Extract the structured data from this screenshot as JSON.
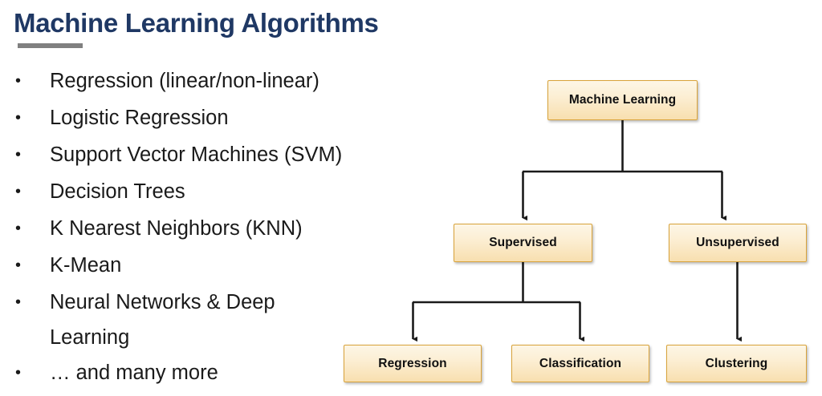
{
  "slide": {
    "title": "Machine Learning Algorithms",
    "background_color": "#FFFFFF",
    "title_color": "#1F3864",
    "rule_color": "#808080"
  },
  "bullets": [
    {
      "marker": "•",
      "text": "Regression (linear/non-linear)"
    },
    {
      "marker": "•",
      "text": "Logistic Regression"
    },
    {
      "marker": "•",
      "text": "Support Vector Machines (SVM)"
    },
    {
      "marker": "•",
      "text": "Decision Trees"
    },
    {
      "marker": "•",
      "text": "K Nearest Neighbors (KNN)"
    },
    {
      "marker": "•",
      "text": "K-Mean"
    },
    {
      "marker": "•",
      "text": "Neural Networks & Deep Learning"
    },
    {
      "marker": "•",
      "text": "… and many more"
    }
  ],
  "diagram": {
    "type": "tree",
    "node_fill_top": "#FDF6E6",
    "node_fill_bottom": "#F8DFAF",
    "node_border_color": "#D9A33A",
    "connector_color": "#1A1A1A",
    "nodes": [
      {
        "id": "root",
        "label": "Machine Learning",
        "level": 0
      },
      {
        "id": "sup",
        "label": "Supervised",
        "level": 1
      },
      {
        "id": "unsup",
        "label": "Unsupervised",
        "level": 1
      },
      {
        "id": "reg",
        "label": "Regression",
        "level": 2
      },
      {
        "id": "class",
        "label": "Classification",
        "level": 2
      },
      {
        "id": "clust",
        "label": "Clustering",
        "level": 2
      }
    ],
    "edges": [
      {
        "from": "root",
        "to": "sup",
        "arrow": true
      },
      {
        "from": "root",
        "to": "unsup",
        "arrow": true
      },
      {
        "from": "sup",
        "to": "reg",
        "arrow": true
      },
      {
        "from": "sup",
        "to": "class",
        "arrow": true
      },
      {
        "from": "unsup",
        "to": "clust",
        "arrow": true
      }
    ]
  }
}
